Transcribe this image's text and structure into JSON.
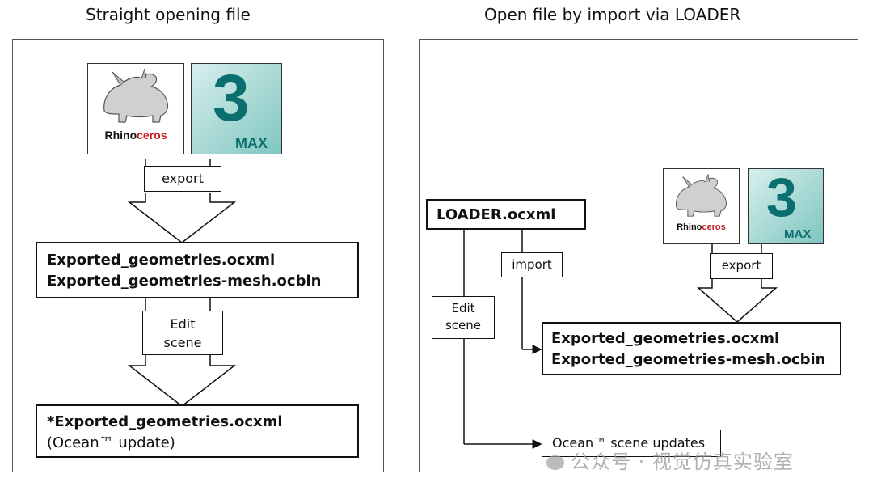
{
  "titles": {
    "left": "Straight opening file",
    "right": "Open file by import via LOADER"
  },
  "logos": {
    "rhino": {
      "text_prefix": "Rhino",
      "text_suffix": "ceros"
    },
    "max": {
      "number": "3",
      "text": "MAX"
    }
  },
  "left": {
    "export_label": "export",
    "exported_line1": "Exported_geometries.ocxml",
    "exported_line2": "Exported_geometries-mesh.ocbin",
    "edit_line1": "Edit",
    "edit_line2": "scene",
    "result_line1": "*Exported_geometries.ocxml",
    "result_line2": "(Ocean™ update)"
  },
  "right": {
    "loader": "LOADER.ocxml",
    "import_label": "import",
    "export_label": "export",
    "edit_line1": "Edit",
    "edit_line2": "scene",
    "exported_line1": "Exported_geometries.ocxml",
    "exported_line2": "Exported_geometries-mesh.ocbin",
    "ocean_updates": "Ocean™ scene updates"
  },
  "watermark": "公众号 · 视觉仿真实验室",
  "colors": {
    "rhino_red": "#c51d23",
    "max_teal": "#0b6f70"
  }
}
